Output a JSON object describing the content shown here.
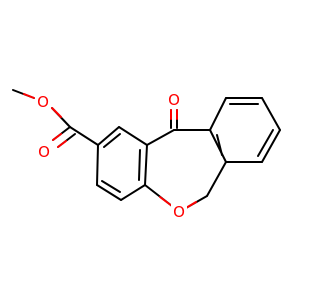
{
  "molecule": {
    "atoms": [
      {
        "id": "o_carbonyl",
        "symbol": "O",
        "color": "#ff0000"
      },
      {
        "id": "o_ester_carbonyl",
        "symbol": "O",
        "color": "#ff0000"
      },
      {
        "id": "o_ester_methoxy",
        "symbol": "O",
        "color": "#ff0000"
      },
      {
        "id": "o_ring_ether",
        "symbol": "O",
        "color": "#ff0000"
      }
    ],
    "bond_color": "#000000",
    "heteroatom_color": "#ff0000",
    "background": "#ffffff"
  }
}
